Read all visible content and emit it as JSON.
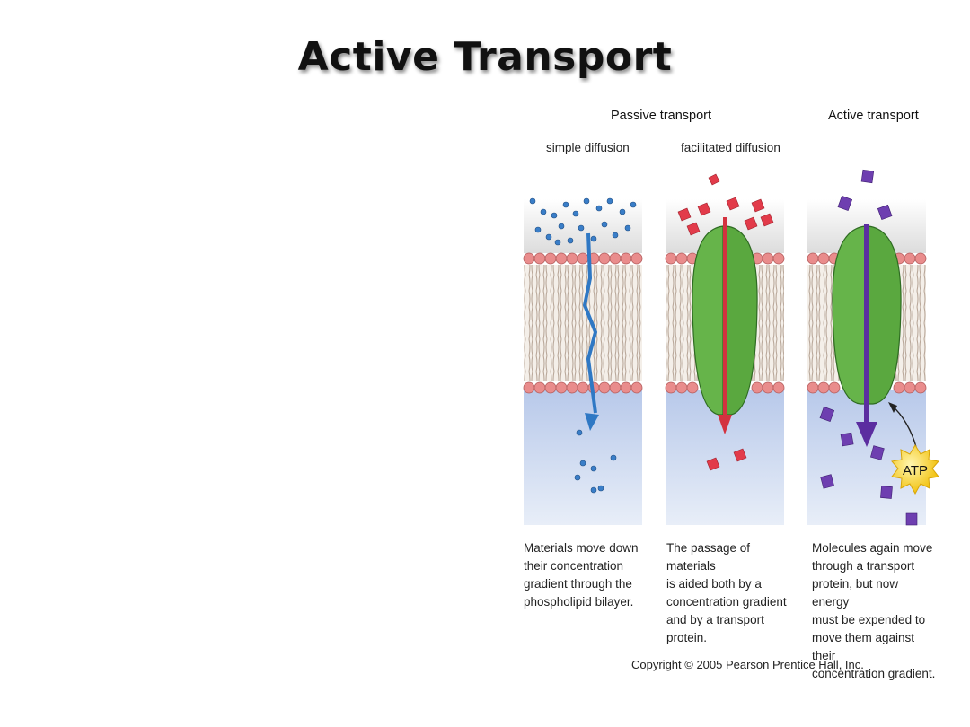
{
  "slide": {
    "title": "Active Transport"
  },
  "figure": {
    "passive_heading": "Passive transport",
    "active_heading": "Active transport",
    "panels": [
      {
        "label": "simple diffusion",
        "caption": "Materials move down\ntheir concentration\ngradient through the\nphospholipid bilayer."
      },
      {
        "label": "facilitated diffusion",
        "caption": "The passage of materials\nis aided both by a\nconcentration gradient\nand by a transport\nprotein."
      },
      {
        "label": "",
        "caption": "Molecules again move\nthrough a transport\nprotein, but now energy\nmust be expended to\nmove them against their\nconcentration gradient."
      }
    ],
    "atp_label": "ATP",
    "copyright": "Copyright © 2005 Pearson Prentice Hall, Inc.",
    "colors": {
      "extracellular": "#e6e6e6",
      "intracellular": "#c9d6ee",
      "lipid_head": "#e98c8c",
      "protein": "#66b44a",
      "simple_molecule": "#3a7ec8",
      "facilitated_molecule": "#e23b4a",
      "active_molecule": "#6e3fb0",
      "atp": "#f7d21e"
    }
  }
}
